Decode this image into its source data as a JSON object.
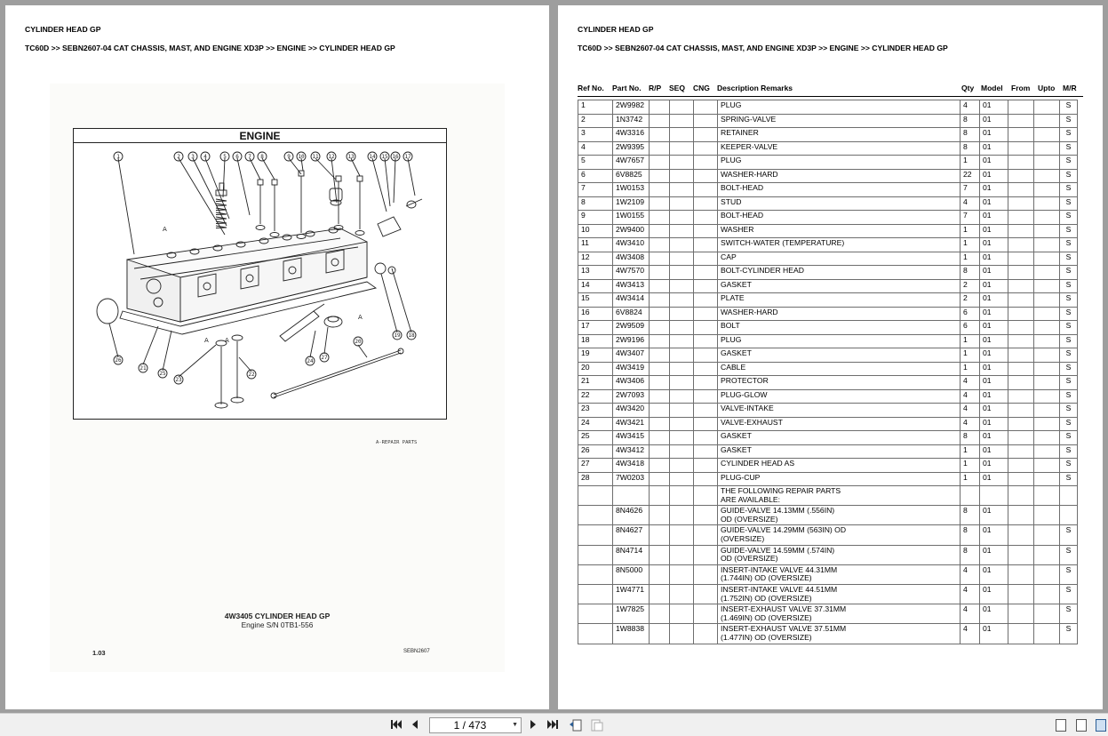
{
  "left_page": {
    "title": "CYLINDER HEAD GP",
    "breadcrumb": "TC60D >> SEBN2607-04 CAT CHASSIS, MAST, AND ENGINE XD3P >> ENGINE >> CYLINDER HEAD GP",
    "drawing": {
      "heading": "ENGINE",
      "tag": "A-REPAIR PARTS",
      "caption_line1": "4W3405 CYLINDER HEAD GP",
      "caption_line2": "Engine S/N 0TB1-556",
      "page_number": "1.03",
      "doc_code": "SEBN2607"
    }
  },
  "right_page": {
    "title": "CYLINDER HEAD GP",
    "breadcrumb": "TC60D >> SEBN2607-04 CAT CHASSIS, MAST, AND ENGINE XD3P >> ENGINE >> CYLINDER HEAD GP",
    "columns": {
      "ref": "Ref No.",
      "part": "Part No.",
      "rp": "R/P",
      "seq": "SEQ",
      "cng": "CNG",
      "desc": "Description Remarks",
      "qty": "Qty",
      "model": "Model",
      "from": "From",
      "upto": "Upto",
      "mr": "M/R"
    },
    "rows": [
      {
        "ref": "1",
        "part": "2W9982",
        "desc": "PLUG",
        "qty": "4",
        "model": "01",
        "mr": "S"
      },
      {
        "ref": "2",
        "part": "1N3742",
        "desc": "SPRING-VALVE",
        "qty": "8",
        "model": "01",
        "mr": "S"
      },
      {
        "ref": "3",
        "part": "4W3316",
        "desc": "RETAINER",
        "qty": "8",
        "model": "01",
        "mr": "S"
      },
      {
        "ref": "4",
        "part": "2W9395",
        "desc": "KEEPER-VALVE",
        "qty": "8",
        "model": "01",
        "mr": "S"
      },
      {
        "ref": "5",
        "part": "4W7657",
        "desc": "PLUG",
        "qty": "1",
        "model": "01",
        "mr": "S"
      },
      {
        "ref": "6",
        "part": "6V8825",
        "desc": "WASHER-HARD",
        "qty": "22",
        "model": "01",
        "mr": "S"
      },
      {
        "ref": "7",
        "part": "1W0153",
        "desc": "BOLT-HEAD",
        "qty": "7",
        "model": "01",
        "mr": "S"
      },
      {
        "ref": "8",
        "part": "1W2109",
        "desc": "STUD",
        "qty": "4",
        "model": "01",
        "mr": "S"
      },
      {
        "ref": "9",
        "part": "1W0155",
        "desc": "BOLT-HEAD",
        "qty": "7",
        "model": "01",
        "mr": "S"
      },
      {
        "ref": "10",
        "part": "2W9400",
        "desc": "WASHER",
        "qty": "1",
        "model": "01",
        "mr": "S"
      },
      {
        "ref": "11",
        "part": "4W3410",
        "desc": "SWITCH-WATER (TEMPERATURE)",
        "qty": "1",
        "model": "01",
        "mr": "S"
      },
      {
        "ref": "12",
        "part": "4W3408",
        "desc": "CAP",
        "qty": "1",
        "model": "01",
        "mr": "S"
      },
      {
        "ref": "13",
        "part": "4W7570",
        "desc": "BOLT-CYLINDER HEAD",
        "qty": "8",
        "model": "01",
        "mr": "S"
      },
      {
        "ref": "14",
        "part": "4W3413",
        "desc": "GASKET",
        "qty": "2",
        "model": "01",
        "mr": "S"
      },
      {
        "ref": "15",
        "part": "4W3414",
        "desc": "PLATE",
        "qty": "2",
        "model": "01",
        "mr": "S"
      },
      {
        "ref": "16",
        "part": "6V8824",
        "desc": "WASHER-HARD",
        "qty": "6",
        "model": "01",
        "mr": "S"
      },
      {
        "ref": "17",
        "part": "2W9509",
        "desc": "BOLT",
        "qty": "6",
        "model": "01",
        "mr": "S"
      },
      {
        "ref": "18",
        "part": "2W9196",
        "desc": "PLUG",
        "qty": "1",
        "model": "01",
        "mr": "S"
      },
      {
        "ref": "19",
        "part": "4W3407",
        "desc": "GASKET",
        "qty": "1",
        "model": "01",
        "mr": "S"
      },
      {
        "ref": "20",
        "part": "4W3419",
        "desc": "CABLE",
        "qty": "1",
        "model": "01",
        "mr": "S"
      },
      {
        "ref": "21",
        "part": "4W3406",
        "desc": "PROTECTOR",
        "qty": "4",
        "model": "01",
        "mr": "S"
      },
      {
        "ref": "22",
        "part": "2W7093",
        "desc": "PLUG-GLOW",
        "qty": "4",
        "model": "01",
        "mr": "S"
      },
      {
        "ref": "23",
        "part": "4W3420",
        "desc": "VALVE-INTAKE",
        "qty": "4",
        "model": "01",
        "mr": "S"
      },
      {
        "ref": "24",
        "part": "4W3421",
        "desc": "VALVE-EXHAUST",
        "qty": "4",
        "model": "01",
        "mr": "S"
      },
      {
        "ref": "25",
        "part": "4W3415",
        "desc": "GASKET",
        "qty": "8",
        "model": "01",
        "mr": "S"
      },
      {
        "ref": "26",
        "part": "4W3412",
        "desc": "GASKET",
        "qty": "1",
        "model": "01",
        "mr": "S"
      },
      {
        "ref": "27",
        "part": "4W3418",
        "desc": "CYLINDER HEAD AS",
        "qty": "1",
        "model": "01",
        "mr": "S"
      },
      {
        "ref": "28",
        "part": "7W0203",
        "desc": "PLUG-CUP",
        "qty": "1",
        "model": "01",
        "mr": "S"
      },
      {
        "ref": "",
        "part": "",
        "desc": "THE FOLLOWING REPAIR PARTS\nARE AVAILABLE:",
        "qty": "",
        "model": "",
        "mr": ""
      },
      {
        "ref": "",
        "part": "8N4626",
        "desc": "GUIDE-VALVE 14.13MM (.556IN)\nOD (OVERSIZE)",
        "qty": "8",
        "model": "01",
        "mr": ""
      },
      {
        "ref": "",
        "part": "8N4627",
        "desc": "GUIDE-VALVE 14.29MM (563IN) OD\n(OVERSIZE)",
        "qty": "8",
        "model": "01",
        "mr": "S"
      },
      {
        "ref": "",
        "part": "8N4714",
        "desc": "GUIDE-VALVE 14.59MM (.574IN)\nOD (OVERSIZE)",
        "qty": "8",
        "model": "01",
        "mr": "S"
      },
      {
        "ref": "",
        "part": "8N5000",
        "desc": "INSERT-INTAKE VALVE 44.31MM\n(1.744IN) OD (OVERSIZE)",
        "qty": "4",
        "model": "01",
        "mr": "S"
      },
      {
        "ref": "",
        "part": "1W4771",
        "desc": "INSERT-INTAKE VALVE 44.51MM\n(1.752IN) OD (OVERSIZE)",
        "qty": "4",
        "model": "01",
        "mr": "S"
      },
      {
        "ref": "",
        "part": "1W7825",
        "desc": "INSERT-EXHAUST VALVE 37.31MM\n(1.469IN) OD (OVERSIZE)",
        "qty": "4",
        "model": "01",
        "mr": "S"
      },
      {
        "ref": "",
        "part": "1W8838",
        "desc": "INSERT-EXHAUST VALVE 37.51MM\n(1.477IN) OD (OVERSIZE)",
        "qty": "4",
        "model": "01",
        "mr": "S"
      }
    ]
  },
  "toolbar": {
    "page_indicator": "1 / 473",
    "icons": {
      "first": "first-page-icon",
      "prev": "prev-page-icon",
      "next": "next-page-icon",
      "last": "last-page-icon",
      "single_view": "single-page-view-icon",
      "continuous_view": "continuous-view-icon",
      "facing_view": "facing-pages-view-icon"
    }
  }
}
